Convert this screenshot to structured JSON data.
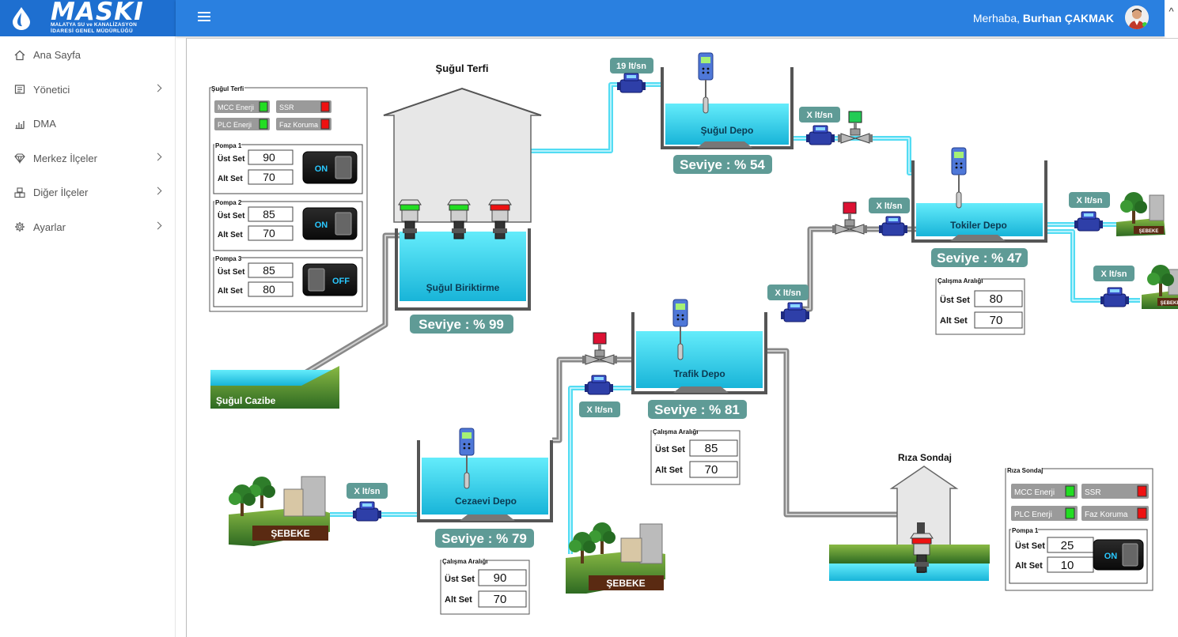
{
  "header": {
    "logo_name": "MASKİ",
    "logo_sub1": "MALATYA SU ve KANALİZASYON",
    "logo_sub2": "İDARESİ GENEL MÜDÜRLÜĞÜ",
    "greeting": "Merhaba,",
    "user_name": "Burhan ÇAKMAK"
  },
  "sidebar": {
    "items": [
      {
        "label": "Ana Sayfa",
        "icon": "home-icon",
        "has_children": false
      },
      {
        "label": "Yönetici",
        "icon": "list-icon",
        "has_children": true
      },
      {
        "label": "DMA",
        "icon": "chart-icon",
        "has_children": false
      },
      {
        "label": "Merkez İlçeler",
        "icon": "diamond-icon",
        "has_children": true
      },
      {
        "label": "Diğer İlçeler",
        "icon": "cubes-icon",
        "has_children": true
      },
      {
        "label": "Ayarlar",
        "icon": "gear-icon",
        "has_children": true
      }
    ]
  },
  "scada": {
    "sugul_terfi_title": "Şuğul Terfi",
    "riza_sondaj_title": "Rıza Sondaj",
    "terfi_panel": {
      "title": "Şuğul Terfi",
      "mcc": "MCC Enerji",
      "ssr": "SSR",
      "plc": "PLC Enerji",
      "faz": "Faz Koruma",
      "pumps": [
        {
          "title": "Pompa 1",
          "ust_label": "Üst Set",
          "alt_label": "Alt Set",
          "ust": "90",
          "alt": "70",
          "state": "ON"
        },
        {
          "title": "Pompa 2",
          "ust_label": "Üst Set",
          "alt_label": "Alt Set",
          "ust": "85",
          "alt": "70",
          "state": "ON"
        },
        {
          "title": "Pompa 3",
          "ust_label": "Üst Set",
          "alt_label": "Alt Set",
          "ust": "85",
          "alt": "80",
          "state": "OFF"
        }
      ]
    },
    "sondaj_panel": {
      "title": "Rıza Sondaj",
      "mcc": "MCC Enerji",
      "ssr": "SSR",
      "plc": "PLC Enerji",
      "faz": "Faz Koruma",
      "pump_title": "Pompa 1",
      "ust_label": "Üst Set",
      "alt_label": "Alt Set",
      "ust": "25",
      "alt": "10",
      "state": "ON"
    },
    "tanks": {
      "biriktirme": {
        "name": "Şuğul Biriktirme",
        "level": "Seviye :  % 99"
      },
      "sugul_depo": {
        "name": "Şuğul Depo",
        "level": "Seviye :  % 54"
      },
      "tokiler": {
        "name": "Tokiler Depo",
        "level": "Seviye :  % 47"
      },
      "trafik": {
        "name": "Trafik Depo",
        "level": "Seviye :  % 81"
      },
      "cezaevi": {
        "name": "Cezaevi Depo",
        "level": "Seviye :  % 79"
      }
    },
    "ranges": {
      "title": "Çalışma Aralığı",
      "ust_label": "Üst Set",
      "alt_label": "Alt Set",
      "tokiler": {
        "ust": "80",
        "alt": "70"
      },
      "trafik": {
        "ust": "85",
        "alt": "70"
      },
      "cezaevi": {
        "ust": "90",
        "alt": "70"
      }
    },
    "flows": {
      "f1": "19  lt/sn",
      "f2": "X   lt/sn",
      "f3": "X   lt/sn",
      "f4": "X   lt/sn",
      "f5": "X   lt/sn",
      "f6": "X   lt/sn",
      "f7": "X   lt/sn",
      "f8": "X   lt/sn"
    },
    "sugul_cazibe": "Şuğul Cazibe",
    "sebeke": "ŞEBEKE",
    "sebeke_small": "ŞEBEKE"
  },
  "colors": {
    "topbar": "#2a80e0",
    "water": "#2fd2ee",
    "label": "#5f9b96",
    "led_green": "#22dd22",
    "led_red": "#ee1111"
  }
}
